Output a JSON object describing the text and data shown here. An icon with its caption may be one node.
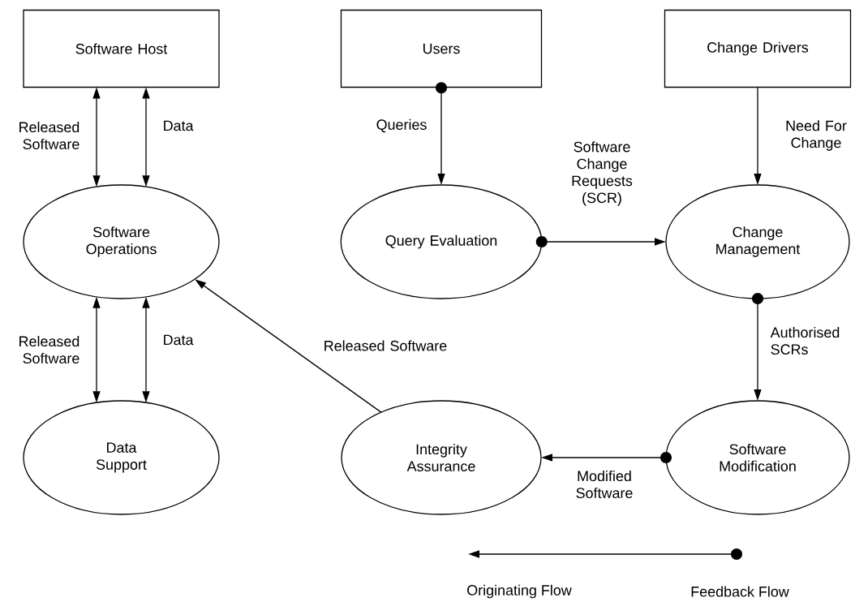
{
  "diagram": {
    "nodes": [
      {
        "text": [
          "Software Host"
        ]
      },
      {
        "text": [
          "Users"
        ]
      },
      {
        "text": [
          "Change Drivers"
        ]
      },
      {
        "text": [
          "Software Operations"
        ]
      },
      {
        "text": [
          "Query Evaluation"
        ]
      },
      {
        "text": [
          "Change Management"
        ]
      },
      {
        "text": [
          "Data Support"
        ]
      },
      {
        "text": [
          "Integrity Assurance"
        ]
      },
      {
        "text": [
          "Software Modification"
        ]
      }
    ],
    "edges": [
      {
        "from": 0,
        "to": 3,
        "arrow": "both",
        "label": "Released Software"
      },
      {
        "from": 0,
        "to": 3,
        "arrow": "both",
        "label": "Data"
      },
      {
        "from": 3,
        "to": 6,
        "arrow": "both",
        "label": "Released Software"
      },
      {
        "from": 3,
        "to": 6,
        "arrow": "both",
        "label": "Data"
      },
      {
        "from": 1,
        "to": 4,
        "arrow": "to",
        "label": "Queries"
      },
      {
        "from": 4,
        "to": 5,
        "arrow": "to",
        "label": "Software Change Requests (SCR)"
      },
      {
        "from": 2,
        "to": 5,
        "arrow": "to",
        "label": "Need For Change"
      },
      {
        "from": 5,
        "to": 8,
        "arrow": "to",
        "label": "Authorised SCRs"
      },
      {
        "from": 8,
        "to": 7,
        "arrow": "to",
        "label": "Modified Software"
      },
      {
        "from": 7,
        "to": 3,
        "arrow": "to",
        "label": "Released Software"
      }
    ],
    "legend": [
      {
        "text": "Originating Flow"
      },
      {
        "text": "Feedback Flow"
      }
    ]
  }
}
